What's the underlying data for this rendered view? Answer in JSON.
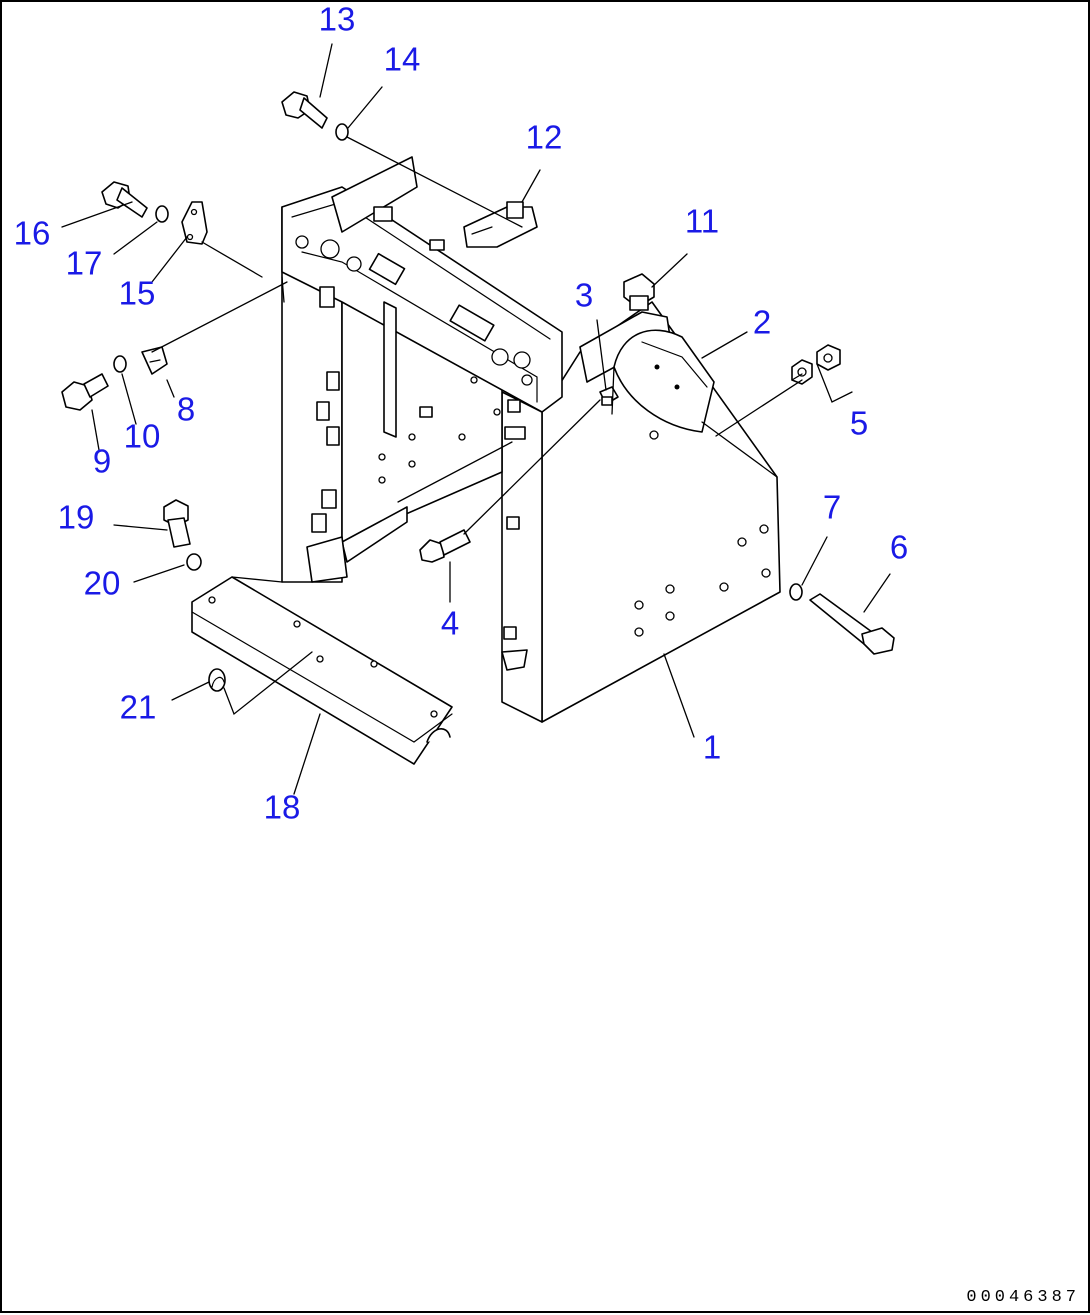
{
  "drawing_code": "00046387",
  "callouts": [
    "1",
    "2",
    "3",
    "4",
    "5",
    "6",
    "7",
    "8",
    "9",
    "10",
    "11",
    "12",
    "13",
    "14",
    "15",
    "16",
    "17",
    "18",
    "19",
    "20",
    "21"
  ]
}
